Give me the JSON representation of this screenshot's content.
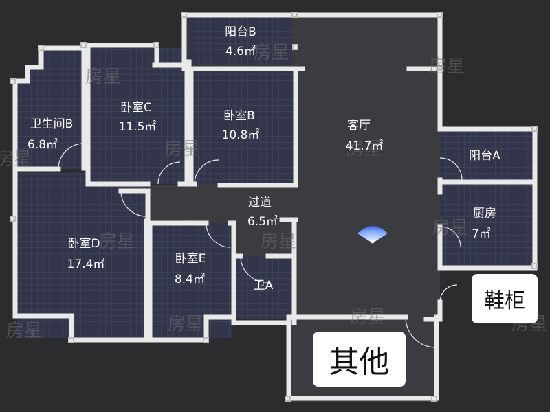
{
  "rooms": {
    "balcony_b": {
      "name": "阳台B",
      "area": "4.6㎡"
    },
    "bedroom_c": {
      "name": "卧室C",
      "area": "11.5㎡"
    },
    "bedroom_b": {
      "name": "卧室B",
      "area": "10.8㎡"
    },
    "living_room": {
      "name": "客厅",
      "area": "41.7㎡"
    },
    "bathroom_b": {
      "name": "卫生间B",
      "area": "6.8㎡"
    },
    "balcony_a": {
      "name": "阳台A",
      "area": ""
    },
    "corridor": {
      "name": "过道",
      "area": "6.5㎡"
    },
    "kitchen": {
      "name": "厨房",
      "area": "7㎡"
    },
    "bedroom_d": {
      "name": "卧室D",
      "area": "17.4㎡"
    },
    "bedroom_e": {
      "name": "卧室E",
      "area": "8.4㎡"
    },
    "bathroom_a": {
      "name": "卫A",
      "area": ""
    }
  },
  "tags": {
    "other": "其他",
    "shoe_cabinet": "鞋柜"
  },
  "watermark": "房星",
  "colors": {
    "background": "#2c2c2e",
    "floor": "#3c3c40",
    "room_fill": "#34374c",
    "wall": "#e9e9e9",
    "accent": "#8fb4ff"
  }
}
